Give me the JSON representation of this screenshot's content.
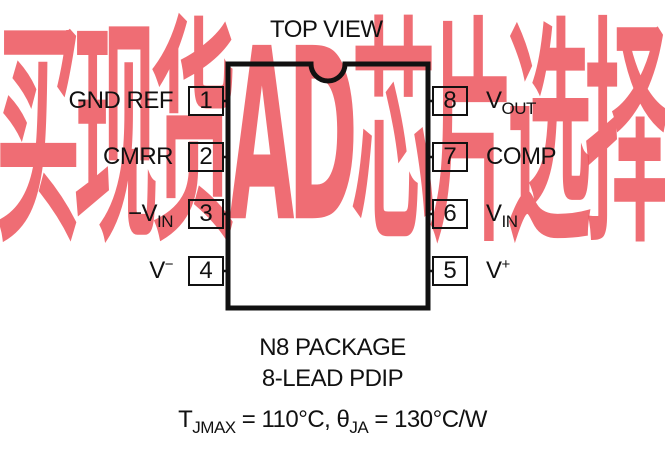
{
  "watermark": "买现货AD芯片选择南皇电子",
  "top_view": "TOP VIEW",
  "pins_left": [
    {
      "num": "1",
      "label": "GND REF"
    },
    {
      "num": "2",
      "label": "CMRR"
    },
    {
      "num": "3",
      "label_prefix": "−V",
      "label_sub": "IN"
    },
    {
      "num": "4",
      "label_prefix": "V",
      "label_sup": "−"
    }
  ],
  "pins_right": [
    {
      "num": "8",
      "label_prefix": "V",
      "label_sub": "OUT"
    },
    {
      "num": "7",
      "label": "COMP"
    },
    {
      "num": "6",
      "label_prefix": "V",
      "label_sub": "IN"
    },
    {
      "num": "5",
      "label_prefix": "V",
      "label_sup": "+"
    }
  ],
  "package_line1": "N8 PACKAGE",
  "package_line2": "8-LEAD PDIP",
  "thermal": {
    "t": "T",
    "t_sub": "JMAX",
    "t_value": " = 110°C, ",
    "theta": "θ",
    "theta_sub": "JA",
    "theta_value": " = 130°C/W"
  },
  "colors": {
    "ink": "#111111",
    "watermark": "#ec545c"
  }
}
